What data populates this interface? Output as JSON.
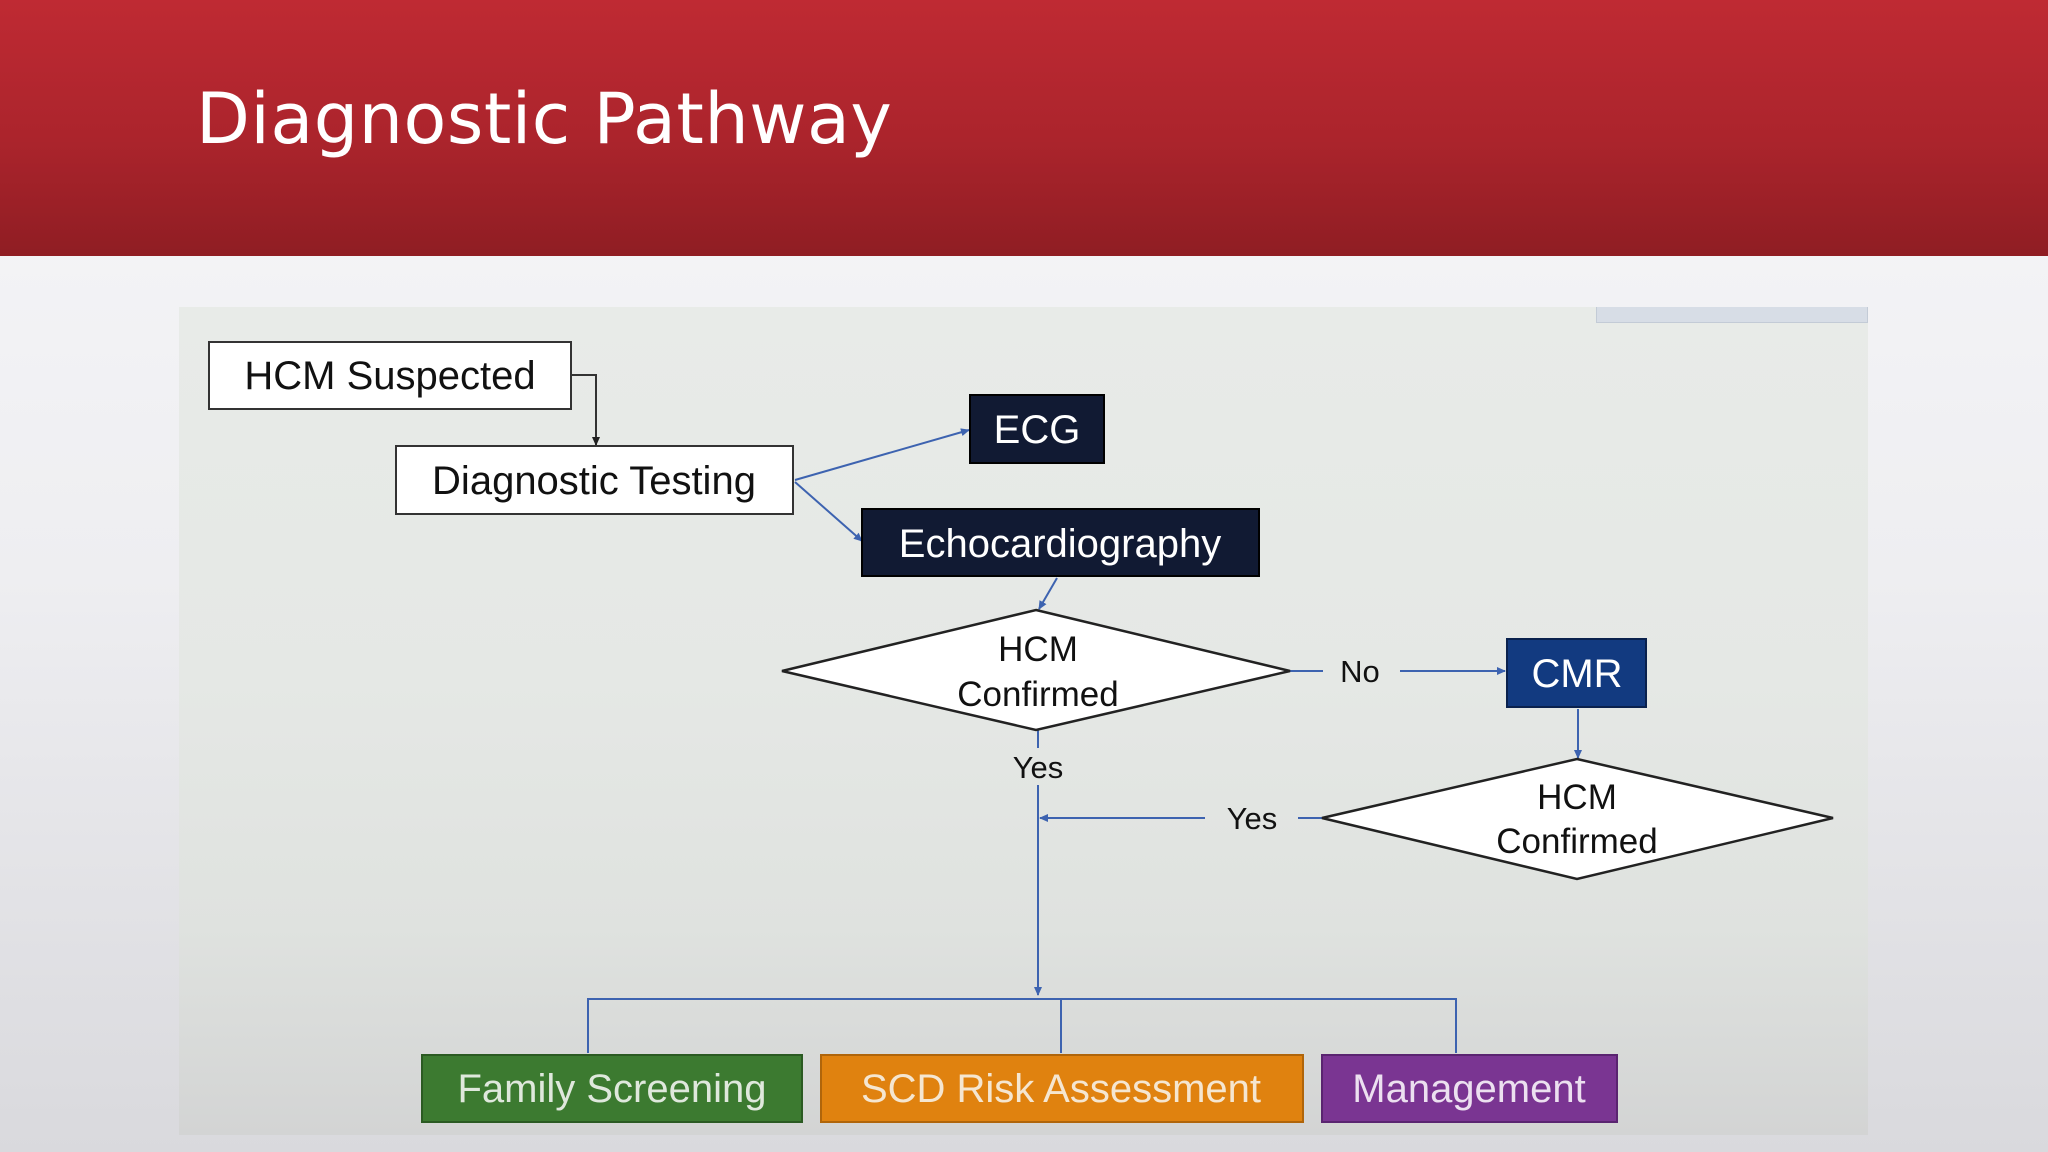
{
  "slide": {
    "title": "Diagnostic Pathway"
  },
  "diagram": {
    "nodes": {
      "hcm_suspected": "HCM Suspected",
      "diagnostic_testing": "Diagnostic Testing",
      "ecg": "ECG",
      "echocardiography": "Echocardiography",
      "hcm_confirmed_1_line1": "HCM",
      "hcm_confirmed_1_line2": "Confirmed",
      "cmr": "CMR",
      "hcm_confirmed_2_line1": "HCM",
      "hcm_confirmed_2_line2": "Confirmed",
      "family_screening": "Family Screening",
      "scd_risk_assessment": "SCD Risk Assessment",
      "management": "Management"
    },
    "edge_labels": {
      "no": "No",
      "yes_down": "Yes",
      "yes_left": "Yes"
    },
    "colors": {
      "dark_navy": "#111a33",
      "cmr_blue": "#123a80",
      "family_green": "#3c7a30",
      "scd_orange": "#e0820f",
      "management_purple": "#7a3592",
      "connector_blue": "#3d63b0"
    }
  }
}
